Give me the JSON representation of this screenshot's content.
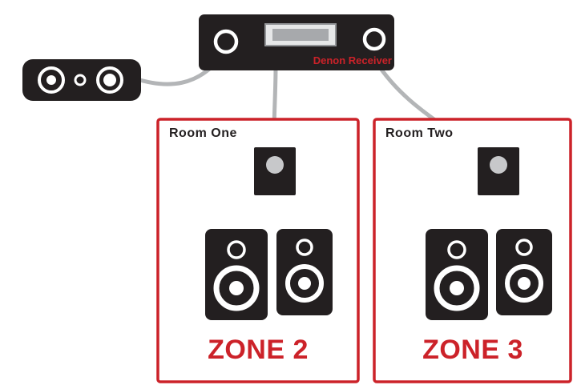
{
  "colors": {
    "device_black": "#231f20",
    "accent_red": "#cc2229",
    "wire_gray": "#b3b5b7",
    "knob_gray": "#c7c8ca",
    "display_face": "#e6e7e8",
    "display_screen": "#a7a9ac",
    "display_border": "#939598",
    "background": "#ffffff"
  },
  "receiver": {
    "label": "Denon Receiver"
  },
  "rooms": [
    {
      "name": "Room One",
      "zone_label": "ZONE 2"
    },
    {
      "name": "Room Two",
      "zone_label": "ZONE 3"
    }
  ]
}
